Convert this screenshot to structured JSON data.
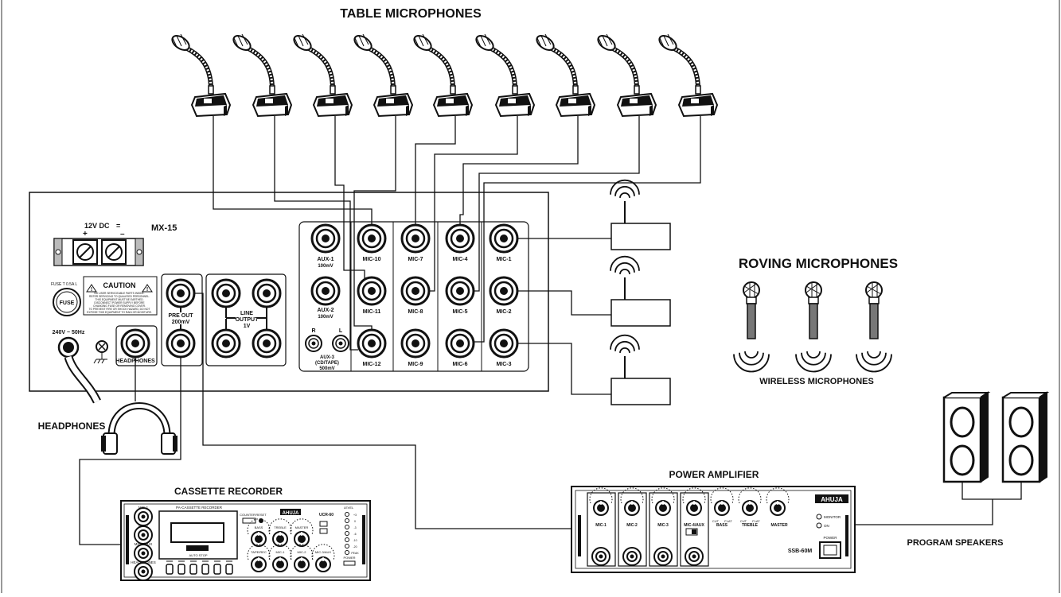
{
  "titles": {
    "table_mics": "TABLE MICROPHONES",
    "roving": "ROVING MICROPHONES",
    "wireless": "WIRELESS MICROPHONES",
    "headphones": "HEADPHONES",
    "cassette": "CASSETTE RECORDER",
    "amplifier": "POWER AMPLIFIER",
    "speakers": "PROGRAM SPEAKERS"
  },
  "mixer": {
    "model": "MX-15",
    "dc_label": "12V DC",
    "dc_symbol": "=",
    "plus": "+",
    "minus": "–",
    "caution": "CAUTION",
    "caution_warn": "!",
    "caution_text": [
      "NO USER SERVICEABLE PARTS INSIDE.",
      "REFER SERVICING TO QUALIFIED PERSONNEL.",
      "THIS EQUIPMENT MUST BE EARTHED.",
      "DISCONNECT POWER SUPPLY BEFORE",
      "CHANGING FUSE OR REMOVING COVER.",
      "TO PREVENT FIRE OR SHOCK HAZARD, DO NOT",
      "EXPOSE THIS EQUIPMENT TO RAIN OR MOISTURE."
    ],
    "fuse_rating": "FUSE T 0.5A L",
    "fuse": "FUSE",
    "mains": "240V ~ 50Hz",
    "headphones_jack": "HEADPHONES",
    "pre_out": "PRE OUT",
    "pre_out_level": "200mV",
    "line_output": "LINE",
    "line_output2": "OUTPUT",
    "line_output_level": "1V",
    "aux1": "AUX-1",
    "aux1_level": "100mV",
    "aux2": "AUX-2",
    "aux2_level": "100mV",
    "aux3": "AUX-3",
    "aux3_sub": "(CD/TAPE)",
    "aux3_level": "500mV",
    "right": "R",
    "left": "L",
    "mic_labels": [
      "MIC-10",
      "MIC-7",
      "MIC-4",
      "MIC-1",
      "MIC-11",
      "MIC-8",
      "MIC-5",
      "MIC-2",
      "MIC-12",
      "MIC-9",
      "MIC-6",
      "MIC-3"
    ]
  },
  "cassette": {
    "header": "PA-CASSETTE RECORDER",
    "brand": "AHUJA",
    "model": "UCR-60",
    "counter": "COUNTER",
    "reset": "RESET",
    "auto_stop": "AUTO STOP",
    "level": "LEVEL",
    "power": "POWER",
    "knob_top": [
      "BASS",
      "TREBLE",
      "MASTER"
    ],
    "knob_bottom": [
      "TAPE/REC",
      "MIC-1",
      "MIC-2",
      "MIC-3/AUX"
    ],
    "side_jacks": [
      "MIC-1",
      "MIC-2",
      "MIC-3/AUX",
      "HEADPHONES"
    ],
    "level_leds": [
      "+3",
      "0",
      "-3",
      "-6",
      "-10",
      "-20",
      "PEAK"
    ]
  },
  "amplifier": {
    "brand": "AHUJA",
    "model": "SSB-60M",
    "power": "POWER",
    "monitor": "MONITOR",
    "on": "ON",
    "channels": [
      "MIC-1",
      "MIC-2",
      "MIC-3",
      "MIC-4/AUX"
    ],
    "bass": "BASS",
    "treble": "TREBLE",
    "master": "MASTER",
    "cut": "CUT",
    "flat": "FLAT"
  }
}
